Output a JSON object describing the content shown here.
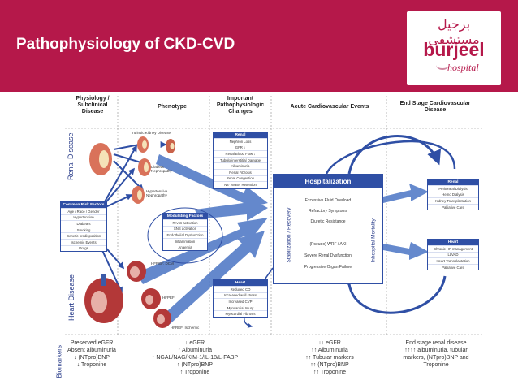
{
  "slide": {
    "title": "Pathophysiology of CKD-CVD",
    "logo": {
      "arabic": "برجيل مستشفى",
      "word": "burjeel",
      "sub": "hospital"
    }
  },
  "columns": [
    "Physiology /\nSubclinical Disease",
    "Phenotype",
    "Important\nPathophysiologic\nChanges",
    "Acute Cardiovascular Events",
    "End Stage Cardiovascular\nDisease"
  ],
  "row_labels": {
    "renal": "Renal Disease",
    "heart": "Heart Disease",
    "biomarkers": "Biomarkers"
  },
  "phenotype_labels": {
    "intrinsic": "Intrinsic Kidney Disease",
    "diabetic": "Diabetic\nNephropathy",
    "hypertensive": "Hypertensive\nNephropathy",
    "hfref_dcm": "HFREF: DCM",
    "hfpef": "HFPEF",
    "hfref_ischemic": "HFREF: Ischemic"
  },
  "risk_factors": {
    "header": "Common Risk Factors",
    "items": [
      "Age / Race / Gender",
      "Hypertension",
      "Diabetes",
      "Smoking",
      "Genetic predisposition",
      "Ischemic Events",
      "Drugs"
    ]
  },
  "modulating": {
    "header": "Modulating Factors",
    "items": [
      "RAAS activation",
      "SNS activation",
      "Endothelial Dysfunction",
      "Inflammation",
      "Anaemia"
    ]
  },
  "renal_changes": {
    "header": "Renal",
    "items": [
      "Nephron Loss",
      "GFR ↓",
      "Renal Blood Flow ↓",
      "Tubulo-interstitial Damage",
      "Albuminuria",
      "Renal Fibrosis",
      "Renal Congestion",
      "Na⁺/Water Retention"
    ]
  },
  "heart_changes": {
    "header": "Heart",
    "items": [
      "Reduced CO",
      "Increased wall stress",
      "Increased CVP",
      "Myocardial Injury",
      "Myocardial Fibrosis"
    ]
  },
  "hospitalization": {
    "header": "Hospitalization",
    "left_label": "Stabilization / Recovery",
    "right_label": "Inhospital Mortality",
    "items": [
      "Excessive Fluid Overload",
      "Refractory Symptoms",
      "Diuretic Resistance",
      "(Pseudo) WRF / AKI",
      "Severe Renal Dysfunction",
      "Progressive Organ Failure"
    ]
  },
  "end_renal": {
    "header": "Renal",
    "items": [
      "Peritoneal Dialysis",
      "Hemo Dialysis",
      "Kidney Transplantation",
      "Palliative Care"
    ]
  },
  "end_heart": {
    "header": "Heart",
    "items": [
      "Chronic HF management",
      "LLVAD",
      "Heart Transplantation",
      "Palliative Care"
    ]
  },
  "biomarkers": [
    "Preserved eGFR\nAbsent albuminuria\n↓ (NTpro)BNP\n↓ Troponine",
    "↓ eGFR\n↑ Albuminuria\n↑ NGAL/NAG/KIM-1/IL-18/L-FABP\n↑ (NTpro)BNP\n↑ Troponine",
    "↓↓ eGFR\n↑↑ Albuminuria\n↑↑ Tubular markers\n↑↑ (NTpro)BNP\n↑↑ Troponine",
    "End stage renal disease\n↑↑↑↑ albuminuria, tubular\nmarkers, (NTpro)BNP and\nTroponine"
  ],
  "colors": {
    "banner": "#b5184a",
    "navy": "#2f4fa5",
    "arrow": "#4a74c4",
    "kidney": "#d9725a",
    "heart": "#b33838"
  }
}
